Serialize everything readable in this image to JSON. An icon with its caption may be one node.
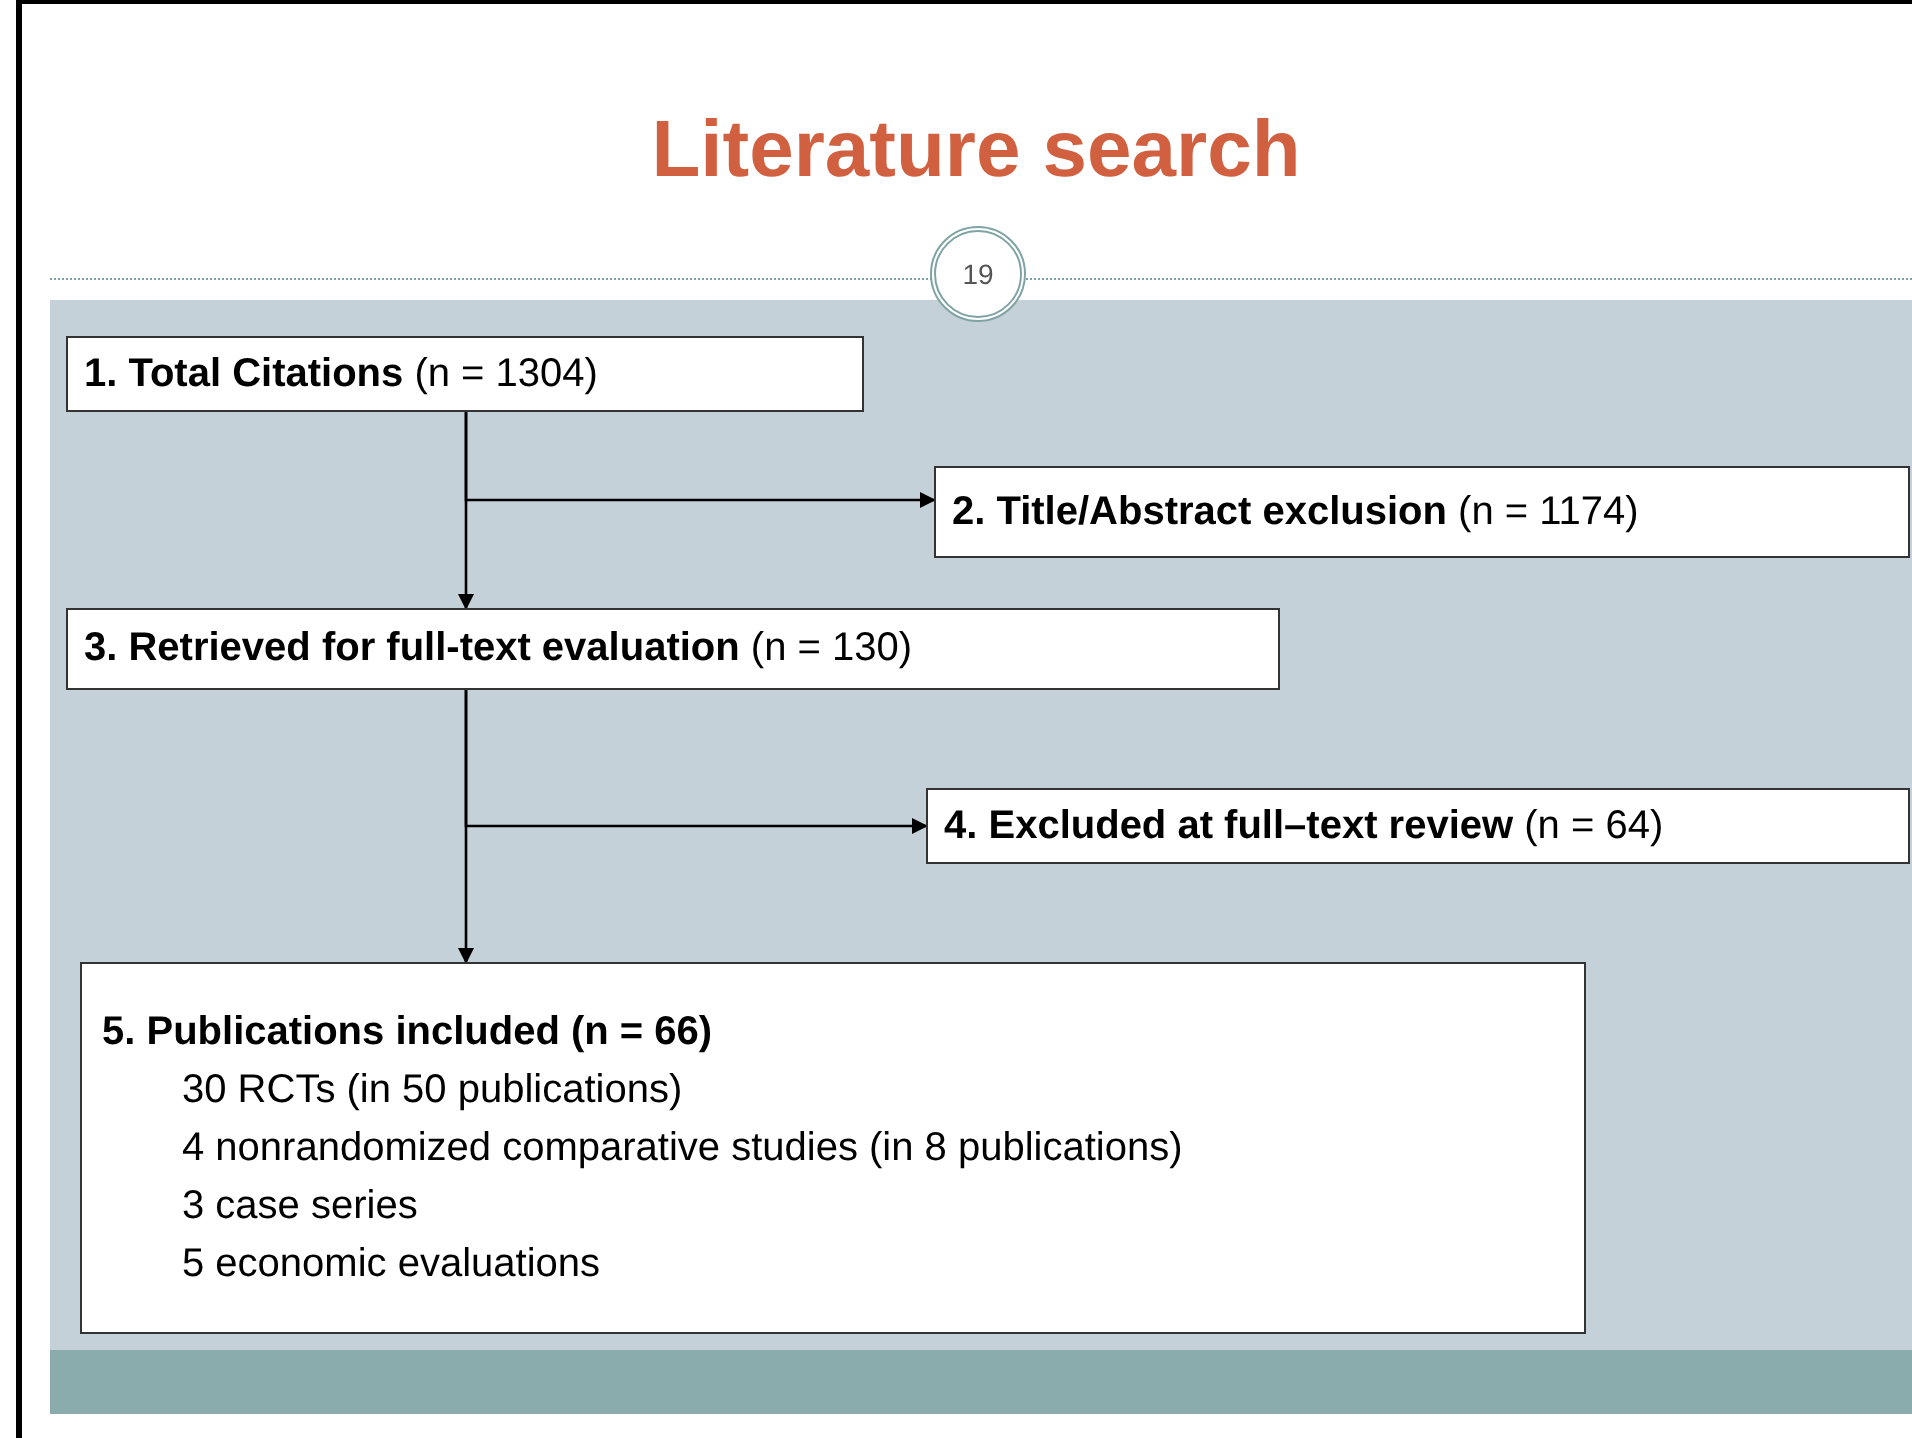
{
  "diagram": {
    "title": "Literature search",
    "nodes": [
      {
        "text": [
          "19"
        ]
      },
      {
        "text": [
          "**1. Total Citations** (n = 1304)"
        ]
      },
      {
        "text": [
          "**2. Title/Abstract exclusion** (n = 1174)"
        ]
      },
      {
        "text": [
          "**3. Retrieved for full-text evaluation** (n = 130)"
        ]
      },
      {
        "text": [
          "**4. Excluded at full–text review** (n = 64)"
        ]
      },
      {
        "text": [
          "5. Publications included (n = 66)",
          "30 RCTs (in 50 publications)",
          "4 nonrandomized comparative studies (in 8 publications)",
          "3 case series",
          "5 economic evaluations"
        ]
      }
    ],
    "edges": [
      {
        "from": 1,
        "to": 2,
        "arrow": "to"
      },
      {
        "from": 1,
        "to": 3,
        "arrow": "to"
      },
      {
        "from": 3,
        "to": 4,
        "arrow": "to"
      },
      {
        "from": 3,
        "to": 5,
        "arrow": "to"
      }
    ]
  }
}
